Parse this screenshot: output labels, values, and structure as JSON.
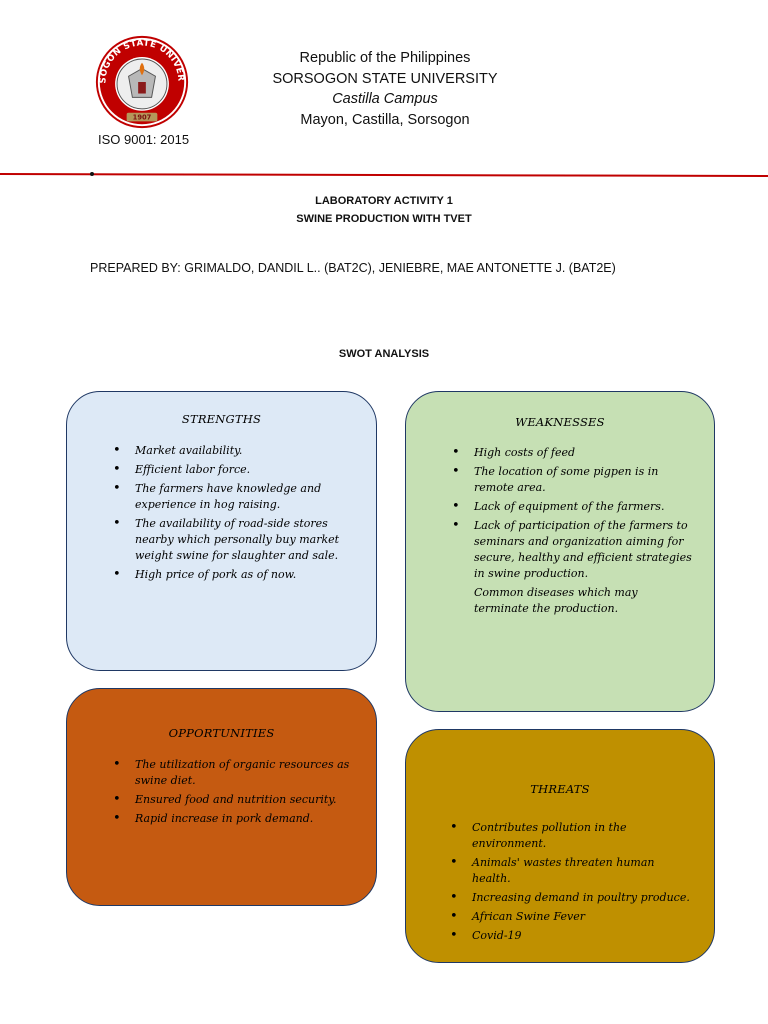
{
  "header": {
    "lines": [
      "Republic of the Philippines",
      "SORSOGON STATE UNIVERSITY",
      "Castilla Campus",
      "Mayon, Castilla, Sorsogon"
    ],
    "iso": "ISO 9001: 2015",
    "seal_text": "SORSOGON STATE UNIVERSITY",
    "seal_year": "1907"
  },
  "colors": {
    "rule": "#c00000",
    "strengths": "#dde9f6",
    "weaknesses": "#c6e0b4",
    "opportunities": "#c55a11",
    "threats": "#bf9000",
    "border": "#1f3864"
  },
  "title": {
    "line1": "LABORATORY ACTIVITY 1",
    "line2": "SWINE PRODUCTION WITH TVET"
  },
  "prepared_by": "PREPARED BY: GRIMALDO, DANDIL L.. (BAT2C), JENIEBRE, MAE ANTONETTE J. (BAT2E)",
  "swot_title": "SWOT ANALYSIS",
  "swot": {
    "strengths": {
      "heading": "STRENGTHS",
      "items": [
        "Market availability.",
        "Efficient labor force.",
        "The farmers have knowledge and experience in hog raising.",
        "The availability of road-side stores nearby which personally buy market weight swine for slaughter and sale.",
        "High price of pork as of now."
      ]
    },
    "weaknesses": {
      "heading": "WEAKNESSES",
      "items": [
        "High costs of feed",
        "The location of some pigpen is in remote area.",
        "Lack of equipment of the farmers.",
        "Lack of participation of the farmers to seminars and organization aiming for secure, healthy and efficient strategies in swine production."
      ],
      "extra": "Common diseases which may terminate the production."
    },
    "opportunities": {
      "heading": "OPPORTUNITIES",
      "items": [
        "The utilization of organic resources as swine diet.",
        "Ensured food and nutrition security.",
        "Rapid increase in pork demand."
      ]
    },
    "threats": {
      "heading": "THREATS",
      "items": [
        "Contributes pollution in the environment.",
        "Animals' wastes threaten human health.",
        "Increasing demand in poultry produce.",
        "African Swine Fever",
        "Covid-19"
      ]
    }
  }
}
